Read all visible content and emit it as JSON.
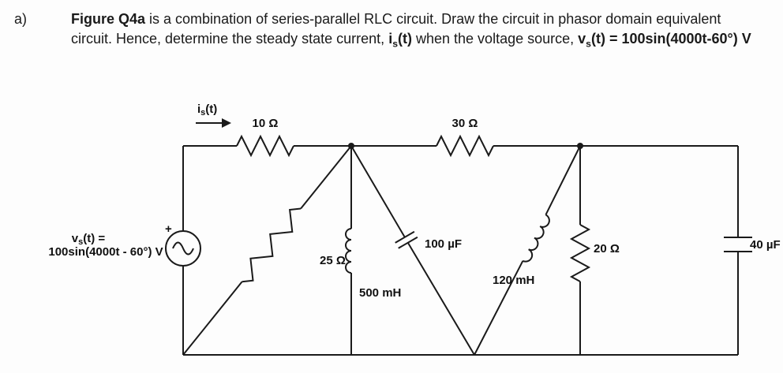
{
  "question": {
    "part": "a)",
    "seg1_bold": "Figure Q4a",
    "seg2_text": " is a combination of series-parallel RLC circuit. Draw the circuit in phasor domain equivalent circuit. Hence, determine the steady state current, ",
    "current": {
      "base": "i",
      "sub": "s",
      "rest": "(t)"
    },
    "seg3_text": " when the voltage source, ",
    "source": {
      "base": "v",
      "sub": "s",
      "rest": "(t) = 100sin(4000t-60°) V"
    }
  },
  "circuit": {
    "current_label": {
      "base": "i",
      "sub": "s",
      "rest": "(t)"
    },
    "source_plus": "+",
    "source_label": {
      "line1_base": "v",
      "line1_sub": "s",
      "line1_rest": "(t) =",
      "line2": "100sin(4000t - 60°) V"
    },
    "labels": {
      "r1": "10 Ω",
      "r2": "30 Ω",
      "r3": "25 Ω",
      "r4": "20 Ω",
      "l1": "500 mH",
      "l2": "120 mH",
      "c1": "100 µF",
      "c2": "40 µF"
    }
  }
}
